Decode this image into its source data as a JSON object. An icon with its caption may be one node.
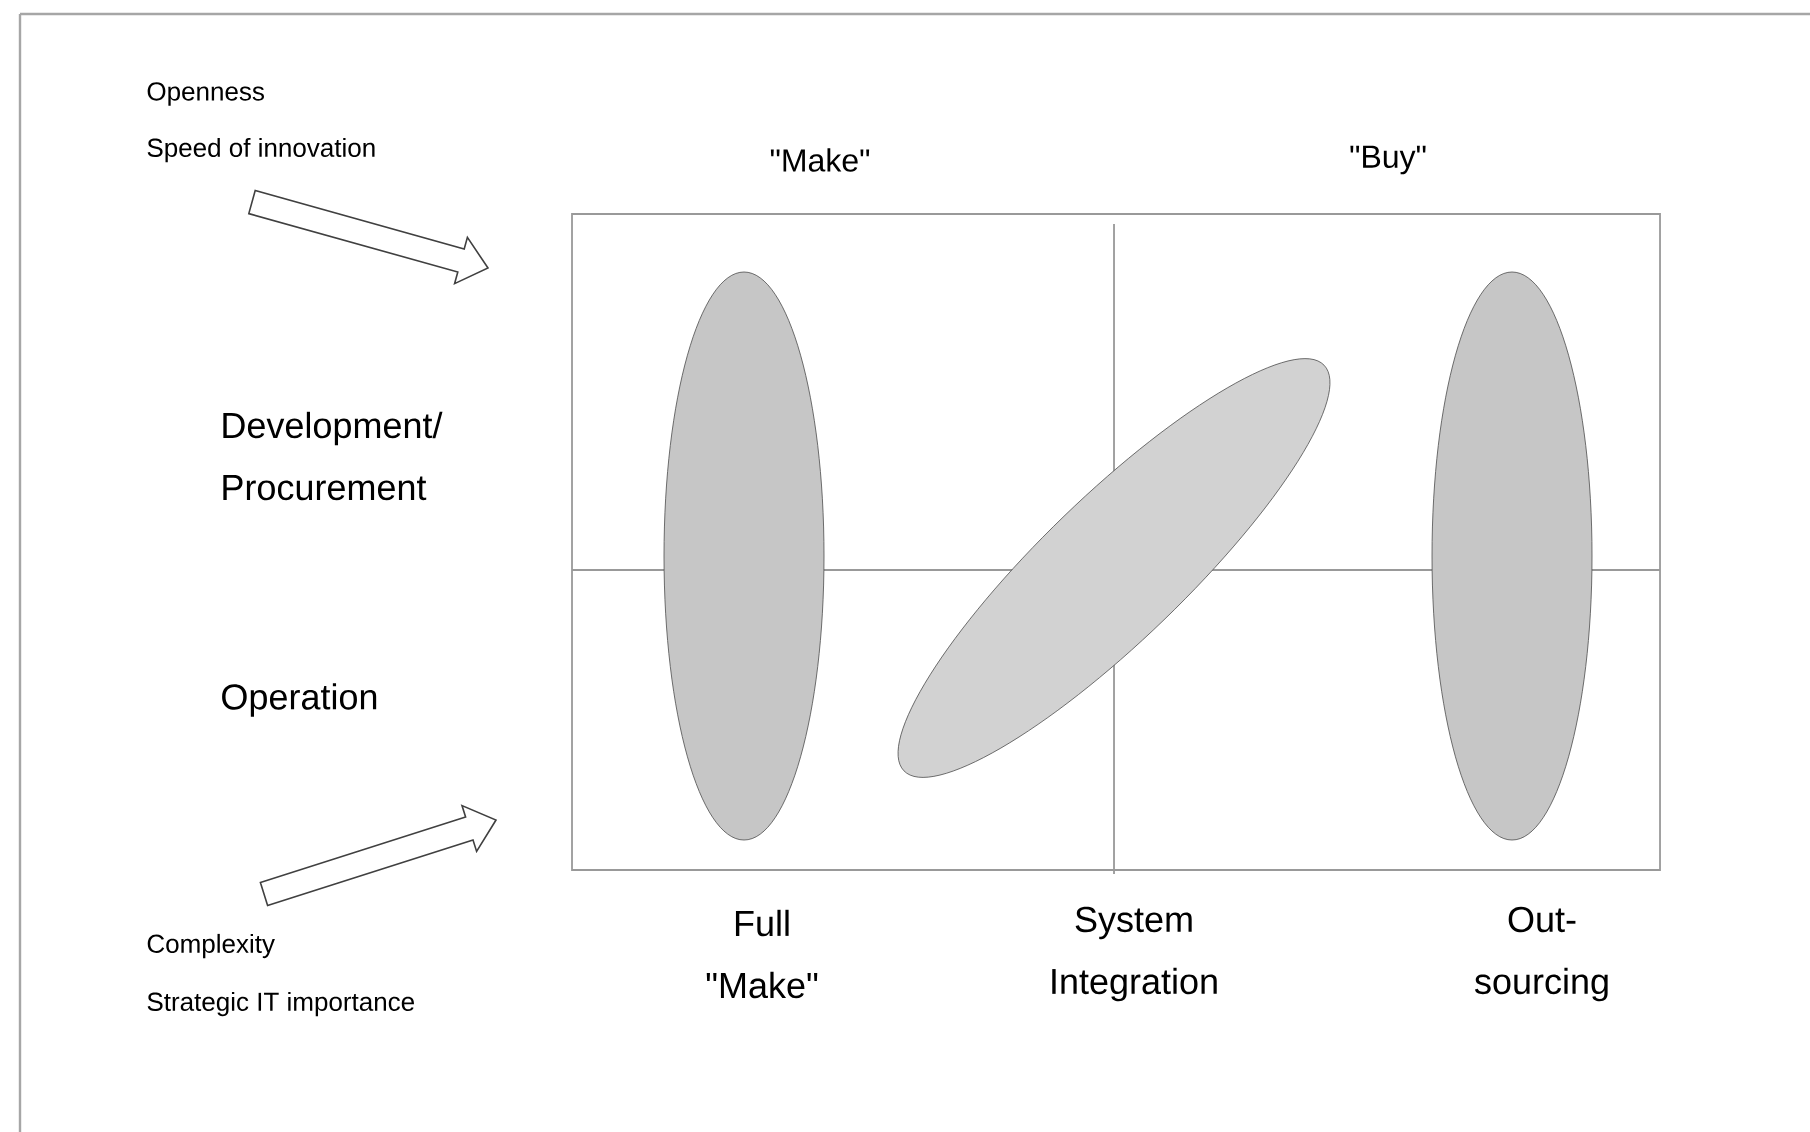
{
  "diagram": {
    "nodes": [
      {
        "text": [],
        "shape": "ellipse"
      },
      {
        "text": [],
        "shape": "ellipse"
      },
      {
        "text": [],
        "shape": "ellipse"
      }
    ],
    "labels": [
      "Openness",
      "Speed of innovation",
      "\"Make\"",
      "\"Buy\"",
      "Development/ Procurement",
      "Operation",
      "Complexity",
      "Strategic IT importance",
      "Full \"Make\"",
      "System Integration",
      "Out- sourcing"
    ]
  }
}
